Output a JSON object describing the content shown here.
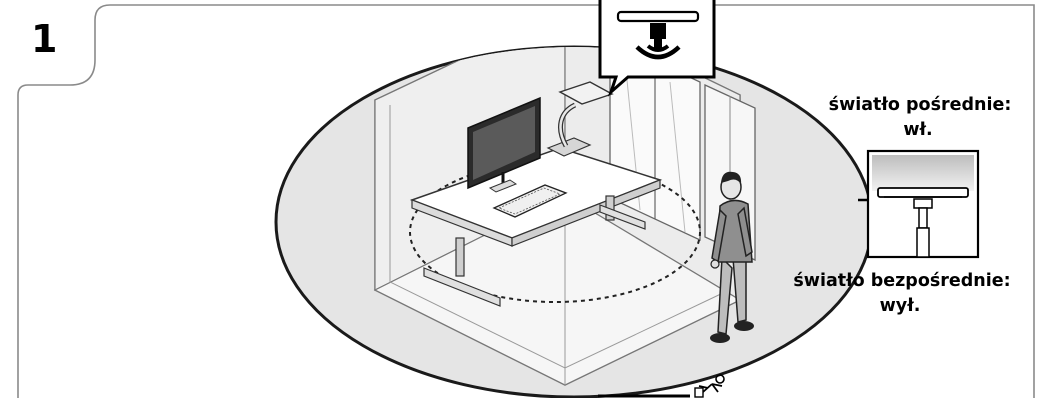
{
  "step": {
    "number": "1"
  },
  "indirect_light": {
    "heading": "światło pośrednie:",
    "state": "wł."
  },
  "direct_light": {
    "heading": "światło bezpośrednie:",
    "state": "wył."
  },
  "icons": {
    "sensor": "presence-sensor-icon",
    "person": "standing-person-icon",
    "exit": "running-person-exit-icon"
  }
}
